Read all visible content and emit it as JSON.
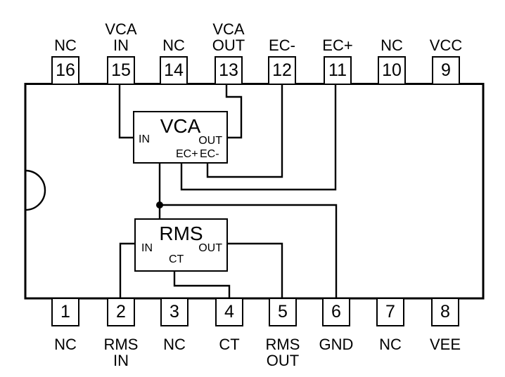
{
  "diagram": {
    "description": "16-pin IC pinout block diagram with internal VCA and RMS blocks",
    "line_color": "#000000",
    "background_color": "#ffffff"
  },
  "blocks": {
    "vca": {
      "title": "VCA",
      "port_in": "IN",
      "port_out": "OUT",
      "port_ecp": "EC+",
      "port_ecm": "EC-"
    },
    "rms": {
      "title": "RMS",
      "port_in": "IN",
      "port_out": "OUT",
      "port_ct": "CT"
    }
  },
  "pins_top": [
    {
      "number": "16",
      "label": "NC"
    },
    {
      "number": "15",
      "label": "VCA\nIN"
    },
    {
      "number": "14",
      "label": "NC"
    },
    {
      "number": "13",
      "label": "VCA\nOUT"
    },
    {
      "number": "12",
      "label": "EC-"
    },
    {
      "number": "11",
      "label": "EC+"
    },
    {
      "number": "10",
      "label": "NC"
    },
    {
      "number": "9",
      "label": "VCC"
    }
  ],
  "pins_bottom": [
    {
      "number": "1",
      "label": "NC"
    },
    {
      "number": "2",
      "label": "RMS\nIN"
    },
    {
      "number": "3",
      "label": "NC"
    },
    {
      "number": "4",
      "label": "CT"
    },
    {
      "number": "5",
      "label": "RMS\nOUT"
    },
    {
      "number": "6",
      "label": "GND"
    },
    {
      "number": "7",
      "label": "NC"
    },
    {
      "number": "8",
      "label": "VEE"
    }
  ]
}
